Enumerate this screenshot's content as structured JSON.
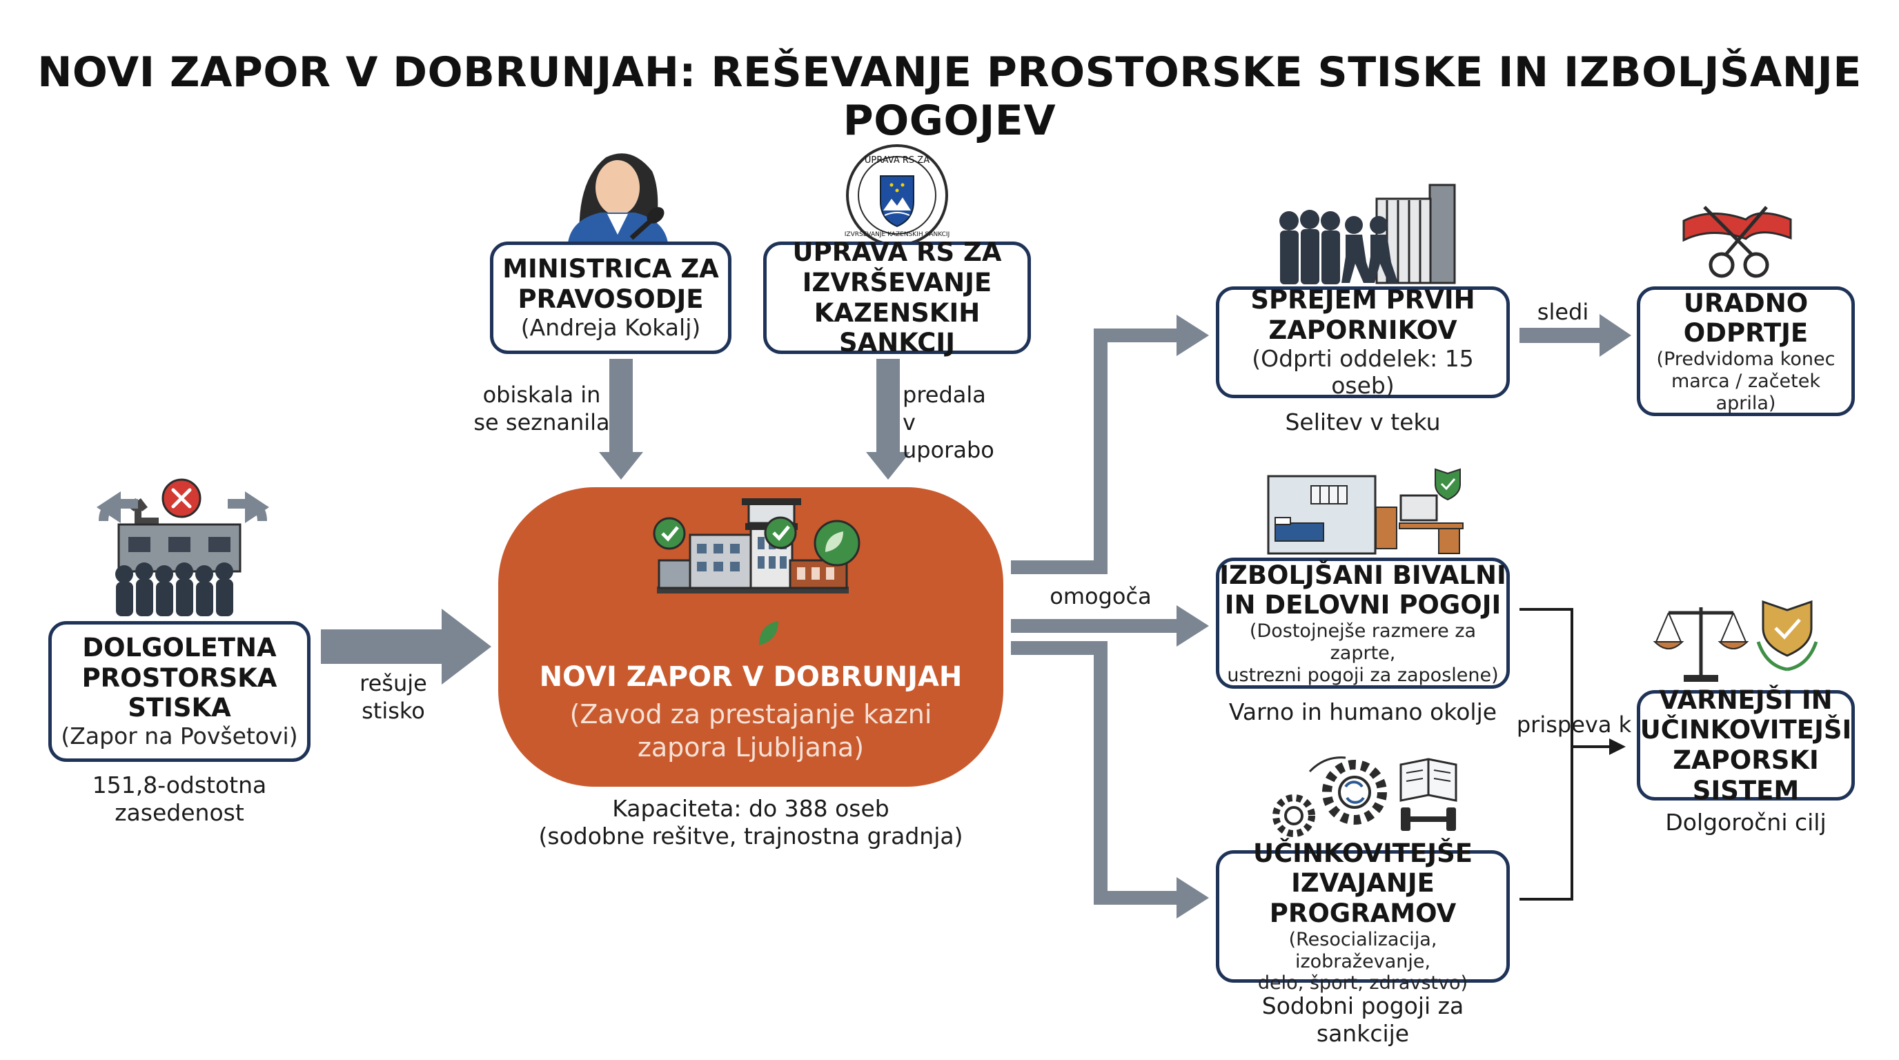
{
  "title": "NOVI ZAPOR V DOBRUNJAH: REŠEVANJE PROSTORSKE STISKE IN IZBOLJŠANJE POGOJEV",
  "problem": {
    "title_lines": [
      "DOLGOLETNA",
      "PROSTORSKA",
      "STISKA"
    ],
    "subtitle": "(Zapor na Povšetovi)",
    "caption_lines": [
      "151,8-odstotna",
      "zasedenost"
    ],
    "icon": "overcrowded-prison-icon"
  },
  "arrow_solves": {
    "label_lines": [
      "rešuje",
      "stisko"
    ]
  },
  "minister": {
    "title_lines": [
      "MINISTRICA ZA",
      "PRAVOSODJE"
    ],
    "subtitle": "(Andreja Kokalj)",
    "arrow_label_lines": [
      "obiskala in",
      "se seznanila"
    ],
    "icon": "minister-speaker-icon"
  },
  "administration": {
    "title_lines": [
      "UPRAVA RS ZA",
      "IZVRŠEVANJE",
      "KAZENSKIH SANKCIJ"
    ],
    "arrow_label_lines": [
      "predala v",
      "uporabo"
    ],
    "seal_text_top": "UPRAVA RS ZA",
    "seal_text_bottom": "IZVRŠEVANJE KAZENSKIH SANKCIJ",
    "icon": "administration-seal-icon"
  },
  "center": {
    "title": "NOVI ZAPOR V DOBRUNJAH",
    "subtitle_lines": [
      "(Zavod za prestajanje kazni",
      "zapora Ljubljana)"
    ],
    "caption_lines": [
      "Kapaciteta: do 388 oseb",
      "(sodobne rešitve, trajnostna gradnja)"
    ],
    "color": "#c95a2e",
    "icon": "new-prison-building-icon"
  },
  "enables_label": "omogoča",
  "outcomes": [
    {
      "title_lines": [
        "SPREJEM PRVIH",
        "ZAPORNIKOV"
      ],
      "subtitle_lines": [
        "(Odprti oddelek: 15 oseb)"
      ],
      "caption": "Selitev v teku",
      "icon": "prisoners-entering-gate-icon"
    },
    {
      "title_lines": [
        "IZBOLJŠANI BIVALNI",
        "IN DELOVNI POGOJI"
      ],
      "subtitle_lines": [
        "(Dostojnejše razmere za zaprte,",
        "ustrezni pogoji za zaposlene)"
      ],
      "caption": "Varno in humano okolje",
      "icon": "cell-and-office-icon"
    },
    {
      "title_lines": [
        "UČINKOVITEJŠE",
        "IZVAJANJE PROGRAMOV"
      ],
      "subtitle_lines": [
        "(Resocializacija, izobraževanje,",
        "delo, šport, zdravstvo)"
      ],
      "caption": "Sodobni pogoji za sankcije",
      "icon": "gears-book-dumbbell-icon"
    }
  ],
  "follows_label": "sledi",
  "opening": {
    "title_lines": [
      "URADNO",
      "ODPRTJE"
    ],
    "subtitle_lines": [
      "(Predvidoma konec",
      "marca / začetek aprila)"
    ],
    "icon": "ribbon-cutting-icon"
  },
  "contributes_label": "prispeva k",
  "goal": {
    "title_lines": [
      "VARNEJŠI IN",
      "UČINKOVITEJŠI",
      "ZAPORSKI SISTEM"
    ],
    "caption": "Dolgoročni cilj",
    "icon": "justice-scale-shield-icon"
  },
  "colors": {
    "border": "#1f3358",
    "arrow": "#7b8692",
    "accent_orange": "#c95a2e",
    "check_green": "#3f8f47",
    "error_red": "#d23a33"
  }
}
